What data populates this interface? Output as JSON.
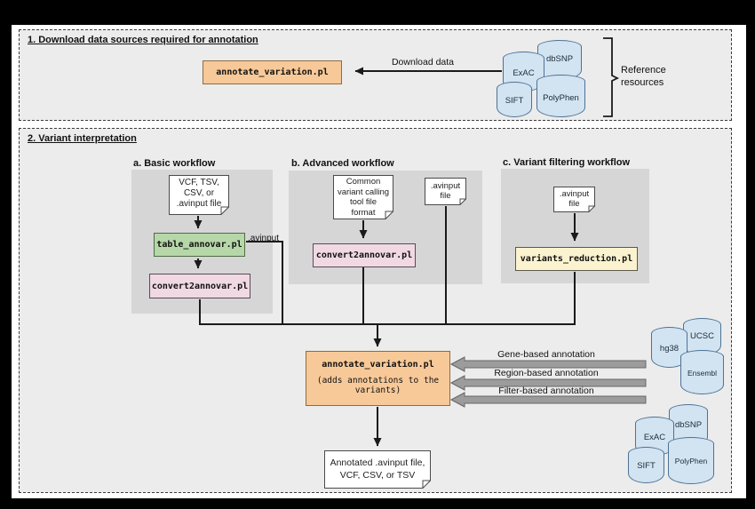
{
  "download": {
    "title": "1. Download data sources required for annotation",
    "tool": "annotate_variation.pl",
    "arrow_label": "Download data",
    "bracket_label": "Reference resources",
    "databases": [
      "ExAC",
      "dbSNP",
      "SIFT",
      "PolyPhen"
    ]
  },
  "interpretation": {
    "title": "2. Variant interpretation",
    "workflow_a": {
      "heading": "a. Basic workflow",
      "doc_lines": [
        "VCF, TSV,",
        "CSV, or",
        ".avinput file"
      ],
      "tool1": "table_annovar.pl",
      "edge_label": ".avinput",
      "tool2": "convert2annovar.pl"
    },
    "workflow_b": {
      "heading": "b. Advanced workflow",
      "doc_lines": [
        "Common",
        "variant calling",
        "tool file",
        "format"
      ],
      "tool": "convert2annovar.pl",
      "doc2_lines": [
        ".avinput",
        "file"
      ]
    },
    "workflow_c": {
      "heading": "c. Variant filtering workflow",
      "doc_lines": [
        ".avinput",
        "file"
      ],
      "tool": "variants_reduction.pl"
    },
    "annotate": {
      "tool": "annotate_variation.pl",
      "sub1": "(adds annotations to the",
      "sub2": "variants)"
    },
    "annotation_arrows": [
      "Gene-based annotation",
      "Region-based annotation",
      "Filter-based annotation"
    ],
    "gene_dbs": [
      "hg38",
      "UCSC",
      "Ensembl"
    ],
    "filter_dbs": [
      "ExAC",
      "dbSNP",
      "SIFT",
      "PolyPhen"
    ],
    "output_doc_lines": [
      "Annotated .avinput file,",
      "VCF, CSV, or TSV"
    ]
  },
  "colors": {
    "section_bg": "#ececec",
    "panel": "#d6d6d6",
    "orange_fill": "#f8c998",
    "orange_border": "#8d6b43",
    "green_fill": "#b6d7a8",
    "green_border": "#526b46",
    "pink_fill": "#f0d9e2",
    "pink_border": "#5c4a54",
    "yellow_fill": "#fbf3cf",
    "yellow_border": "#5c584a",
    "cyl_fill": "#d2e3f1",
    "cyl_border": "#4d7296",
    "arrow_gray": "#9c9c9c",
    "arrow_gray_border": "#666666",
    "line": "#1a1a1a"
  }
}
